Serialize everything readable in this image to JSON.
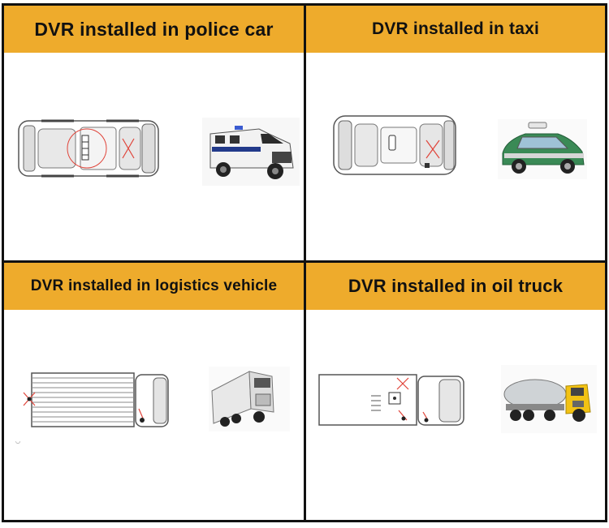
{
  "panels": [
    {
      "title": "DVR installed in police car",
      "diagram": "police-car-top-view",
      "photo": "armored-police-vehicle-photo"
    },
    {
      "title": "DVR installed in taxi",
      "diagram": "taxi-top-view",
      "photo": "green-taxi-photo"
    },
    {
      "title": "DVR installed in logistics vehicle",
      "diagram": "logistics-truck-top-view",
      "photo": "semi-truck-photo"
    },
    {
      "title": "DVR installed in oil truck",
      "diagram": "oil-truck-top-view",
      "photo": "tanker-truck-photo"
    }
  ],
  "colors": {
    "header": "#eeab2c",
    "border": "#111111",
    "camera_marker": "#e0443a"
  }
}
